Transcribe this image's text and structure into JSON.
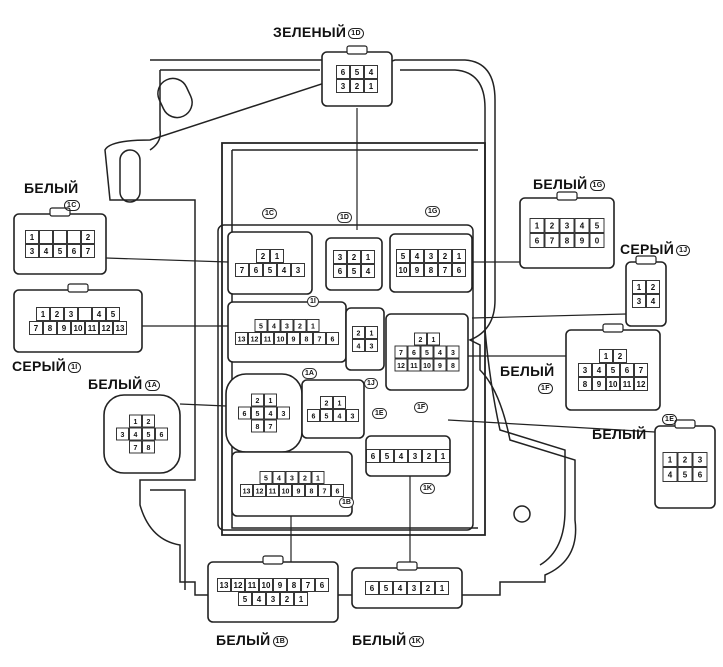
{
  "labels": {
    "top_green": {
      "text": "ЗЕЛЕНЫЙ",
      "code": "1D"
    },
    "left_white_1c": {
      "text": "БЕЛЫЙ",
      "code": "1C"
    },
    "left_grey_1i": {
      "text": "СЕРЫЙ",
      "code": "1I"
    },
    "left_white_1a": {
      "text": "БЕЛЫЙ",
      "code": "1A"
    },
    "right_white_1g": {
      "text": "БЕЛЫЙ",
      "code": "1G"
    },
    "right_grey_1j": {
      "text": "СЕРЫЙ",
      "code": "1J"
    },
    "right_white_1f": {
      "text": "БЕЛЫЙ",
      "code": "1F"
    },
    "right_white_1e": {
      "text": "БЕЛЫЙ",
      "code": "1E"
    },
    "bottom_white_1b": {
      "text": "БЕЛЫЙ",
      "code": "1B"
    },
    "bottom_white_1k": {
      "text": "БЕЛЫЙ",
      "code": "1K"
    }
  },
  "block_tags": [
    "1C",
    "1D",
    "1G",
    "1I",
    "1J",
    "1A",
    "1E",
    "1F",
    "1K",
    "1B"
  ],
  "connectors": {
    "ext_1d": {
      "rows": [
        [
          "6",
          "5",
          "4"
        ],
        [
          "3",
          "2",
          "1"
        ]
      ]
    },
    "ext_1c": {
      "rows": [
        [
          "1",
          "",
          "",
          "",
          "2"
        ],
        [
          "3",
          "4",
          "5",
          "6",
          "7"
        ]
      ]
    },
    "ext_1i": {
      "rows": [
        [
          "1",
          "2",
          "3",
          "",
          "4",
          "5"
        ],
        [
          "7",
          "8",
          "9",
          "10",
          "11",
          "12",
          "13"
        ]
      ]
    },
    "ext_1a": {
      "rows": [
        [
          "1",
          "2"
        ],
        [
          "3",
          "4",
          "5",
          "6"
        ],
        [
          "7",
          "8"
        ]
      ]
    },
    "ext_1g": {
      "rows": [
        [
          "1",
          "2",
          "3",
          "4",
          "5"
        ],
        [
          "6",
          "7",
          "8",
          "9",
          "0"
        ]
      ]
    },
    "ext_1j": {
      "rows": [
        [
          "1",
          "2"
        ],
        [
          "3",
          "4"
        ]
      ]
    },
    "ext_1f": {
      "rows": [
        [
          "1",
          "2"
        ],
        [
          "3",
          "4",
          "5",
          "6",
          "7"
        ],
        [
          "8",
          "9",
          "10",
          "11",
          "12"
        ]
      ]
    },
    "ext_1e": {
      "rows": [
        [
          "1",
          "2",
          "3"
        ],
        [
          "4",
          "5",
          "6"
        ]
      ]
    },
    "ext_1b": {
      "rows": [
        [
          "13",
          "12",
          "11",
          "10",
          "9",
          "8",
          "7",
          "6"
        ],
        [
          "5",
          "4",
          "3",
          "2",
          "1"
        ]
      ]
    },
    "ext_1k": {
      "rows": [
        [
          "6",
          "5",
          "4",
          "3",
          "2",
          "1"
        ]
      ]
    },
    "blk_1c": {
      "rows": [
        [
          "2",
          "1"
        ],
        [
          "7",
          "6",
          "5",
          "4",
          "3"
        ]
      ]
    },
    "blk_1d": {
      "rows": [
        [
          "3",
          "2",
          "1"
        ],
        [
          "6",
          "5",
          "4"
        ]
      ]
    },
    "blk_1g": {
      "rows": [
        [
          "5",
          "4",
          "3",
          "2",
          "1"
        ],
        [
          "10",
          "9",
          "8",
          "7",
          "6"
        ]
      ]
    },
    "blk_1i": {
      "rows": [
        [
          "5",
          "4",
          "3",
          "2",
          "1"
        ],
        [
          "13",
          "12",
          "11",
          "10",
          "9",
          "8",
          "7",
          "6"
        ]
      ]
    },
    "blk_1j": {
      "rows": [
        [
          "2",
          "1"
        ],
        [
          "4",
          "3"
        ]
      ]
    },
    "blk_1f": {
      "rows": [
        [
          "2",
          "1"
        ],
        [
          "7",
          "6",
          "5",
          "4",
          "3"
        ],
        [
          "12",
          "11",
          "10",
          "9",
          "8"
        ]
      ]
    },
    "blk_1a": {
      "rows": [
        [
          "2",
          "1"
        ],
        [
          "6",
          "5",
          "4",
          "3"
        ],
        [
          "8",
          "7"
        ]
      ]
    },
    "blk_1e": {
      "rows": [
        [
          "2",
          "1"
        ],
        [
          "6",
          "5",
          "4",
          "3"
        ]
      ]
    },
    "blk_1k": {
      "rows": [
        [
          "6",
          "5",
          "4",
          "3",
          "2",
          "1"
        ]
      ]
    },
    "blk_1b": {
      "rows": [
        [
          "5",
          "4",
          "3",
          "2",
          "1"
        ],
        [
          "13",
          "12",
          "11",
          "10",
          "9",
          "8",
          "7",
          "6"
        ]
      ]
    }
  }
}
